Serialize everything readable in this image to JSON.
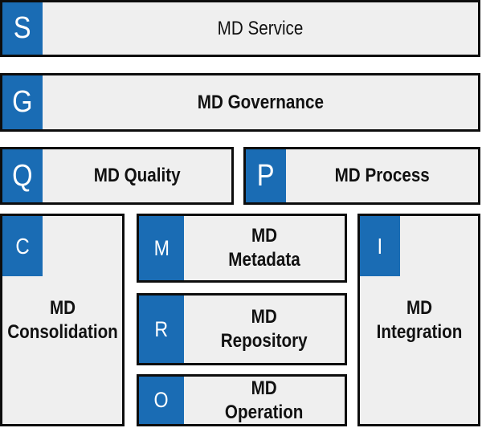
{
  "colors": {
    "blue": "#1a6cb4",
    "boxFill": "#efefef",
    "border": "#0d0d0d",
    "letter": "#ffffff",
    "text": "#111111",
    "bg": "#ffffff"
  },
  "diagram": {
    "service": {
      "tab": "S",
      "label": "MD Service"
    },
    "governance": {
      "tab": "G",
      "label": "MD Governance"
    },
    "quality": {
      "tab": "Q",
      "label": "MD Quality"
    },
    "process": {
      "tab": "P",
      "label": "MD Process"
    },
    "consolidation": {
      "tab": "C",
      "label": "MD\nConsolidation"
    },
    "metadata": {
      "tab": "M",
      "label": "MD\nMetadata"
    },
    "repository": {
      "tab": "R",
      "label": "MD\nRepository"
    },
    "operation": {
      "tab": "O",
      "label": "MD\nOperation"
    },
    "integration": {
      "tab": "I",
      "label": "MD\nIntegration"
    }
  }
}
